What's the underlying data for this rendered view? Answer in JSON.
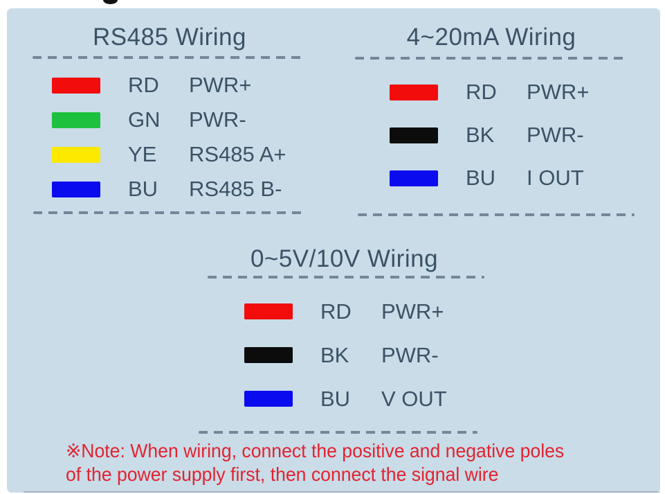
{
  "panel": {
    "background": "#c9dce8",
    "text_color": "#3b5266",
    "dash_color": "#73879a"
  },
  "sections": [
    {
      "title": "RS485 Wiring",
      "rows": [
        {
          "color_name": "red",
          "color": "#f20c0c",
          "abbr": "RD",
          "signal": "PWR+"
        },
        {
          "color_name": "green",
          "color": "#1ec13d",
          "abbr": "GN",
          "signal": "PWR-"
        },
        {
          "color_name": "yellow",
          "color": "#fde800",
          "abbr": "YE",
          "signal": "RS485 A+"
        },
        {
          "color_name": "blue",
          "color": "#0b0bf0",
          "abbr": "BU",
          "signal": "RS485 B-"
        }
      ]
    },
    {
      "title": "4~20mA Wiring",
      "rows": [
        {
          "color_name": "red",
          "color": "#f20c0c",
          "abbr": "RD",
          "signal": "PWR+"
        },
        {
          "color_name": "black",
          "color": "#0c0c0c",
          "abbr": "BK",
          "signal": "PWR-"
        },
        {
          "color_name": "blue",
          "color": "#0b0bf0",
          "abbr": "BU",
          "signal": "I OUT"
        }
      ]
    },
    {
      "title": "0~5V/10V Wiring",
      "rows": [
        {
          "color_name": "red",
          "color": "#f20c0c",
          "abbr": "RD",
          "signal": "PWR+"
        },
        {
          "color_name": "black",
          "color": "#0c0c0c",
          "abbr": "BK",
          "signal": "PWR-"
        },
        {
          "color_name": "blue",
          "color": "#0b0bf0",
          "abbr": "BU",
          "signal": "V OUT"
        }
      ]
    }
  ],
  "note": {
    "color": "#e32330",
    "line1": "※Note: When wiring, connect the positive and negative poles",
    "line2": "of the power supply first, then connect the signal wire"
  }
}
